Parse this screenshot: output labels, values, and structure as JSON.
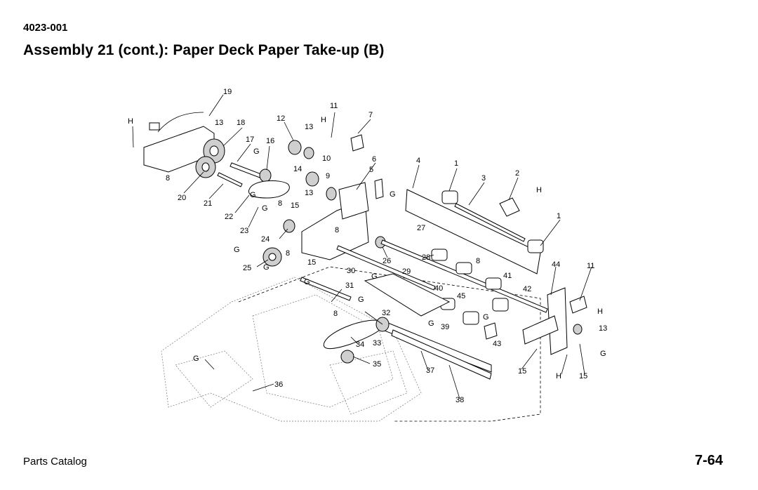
{
  "header": {
    "doc_code": "4023-001",
    "title": "Assembly 21 (cont.):  Paper Deck Paper Take-up (B)"
  },
  "footer": {
    "left": "Parts Catalog",
    "page": "7-64"
  },
  "diagram": {
    "callouts": [
      "19",
      "H",
      "13",
      "18",
      "17",
      "G",
      "16",
      "12",
      "13",
      "H",
      "11",
      "7",
      "10",
      "14",
      "9",
      "6",
      "5",
      "4",
      "1",
      "3",
      "2",
      "H",
      "G",
      "8",
      "20",
      "21",
      "22",
      "G",
      "8",
      "15",
      "13",
      "8",
      "G",
      "23",
      "24",
      "G",
      "8",
      "G",
      "27",
      "1",
      "25",
      "15",
      "G",
      "26",
      "28",
      "29",
      "30",
      "G",
      "8",
      "44",
      "11",
      "41",
      "42",
      "31",
      "G",
      "40",
      "45",
      "G",
      "H",
      "8",
      "32",
      "39",
      "13",
      "G",
      "43",
      "34",
      "33",
      "G",
      "35",
      "37",
      "15",
      "H",
      "15",
      "36",
      "38"
    ]
  }
}
